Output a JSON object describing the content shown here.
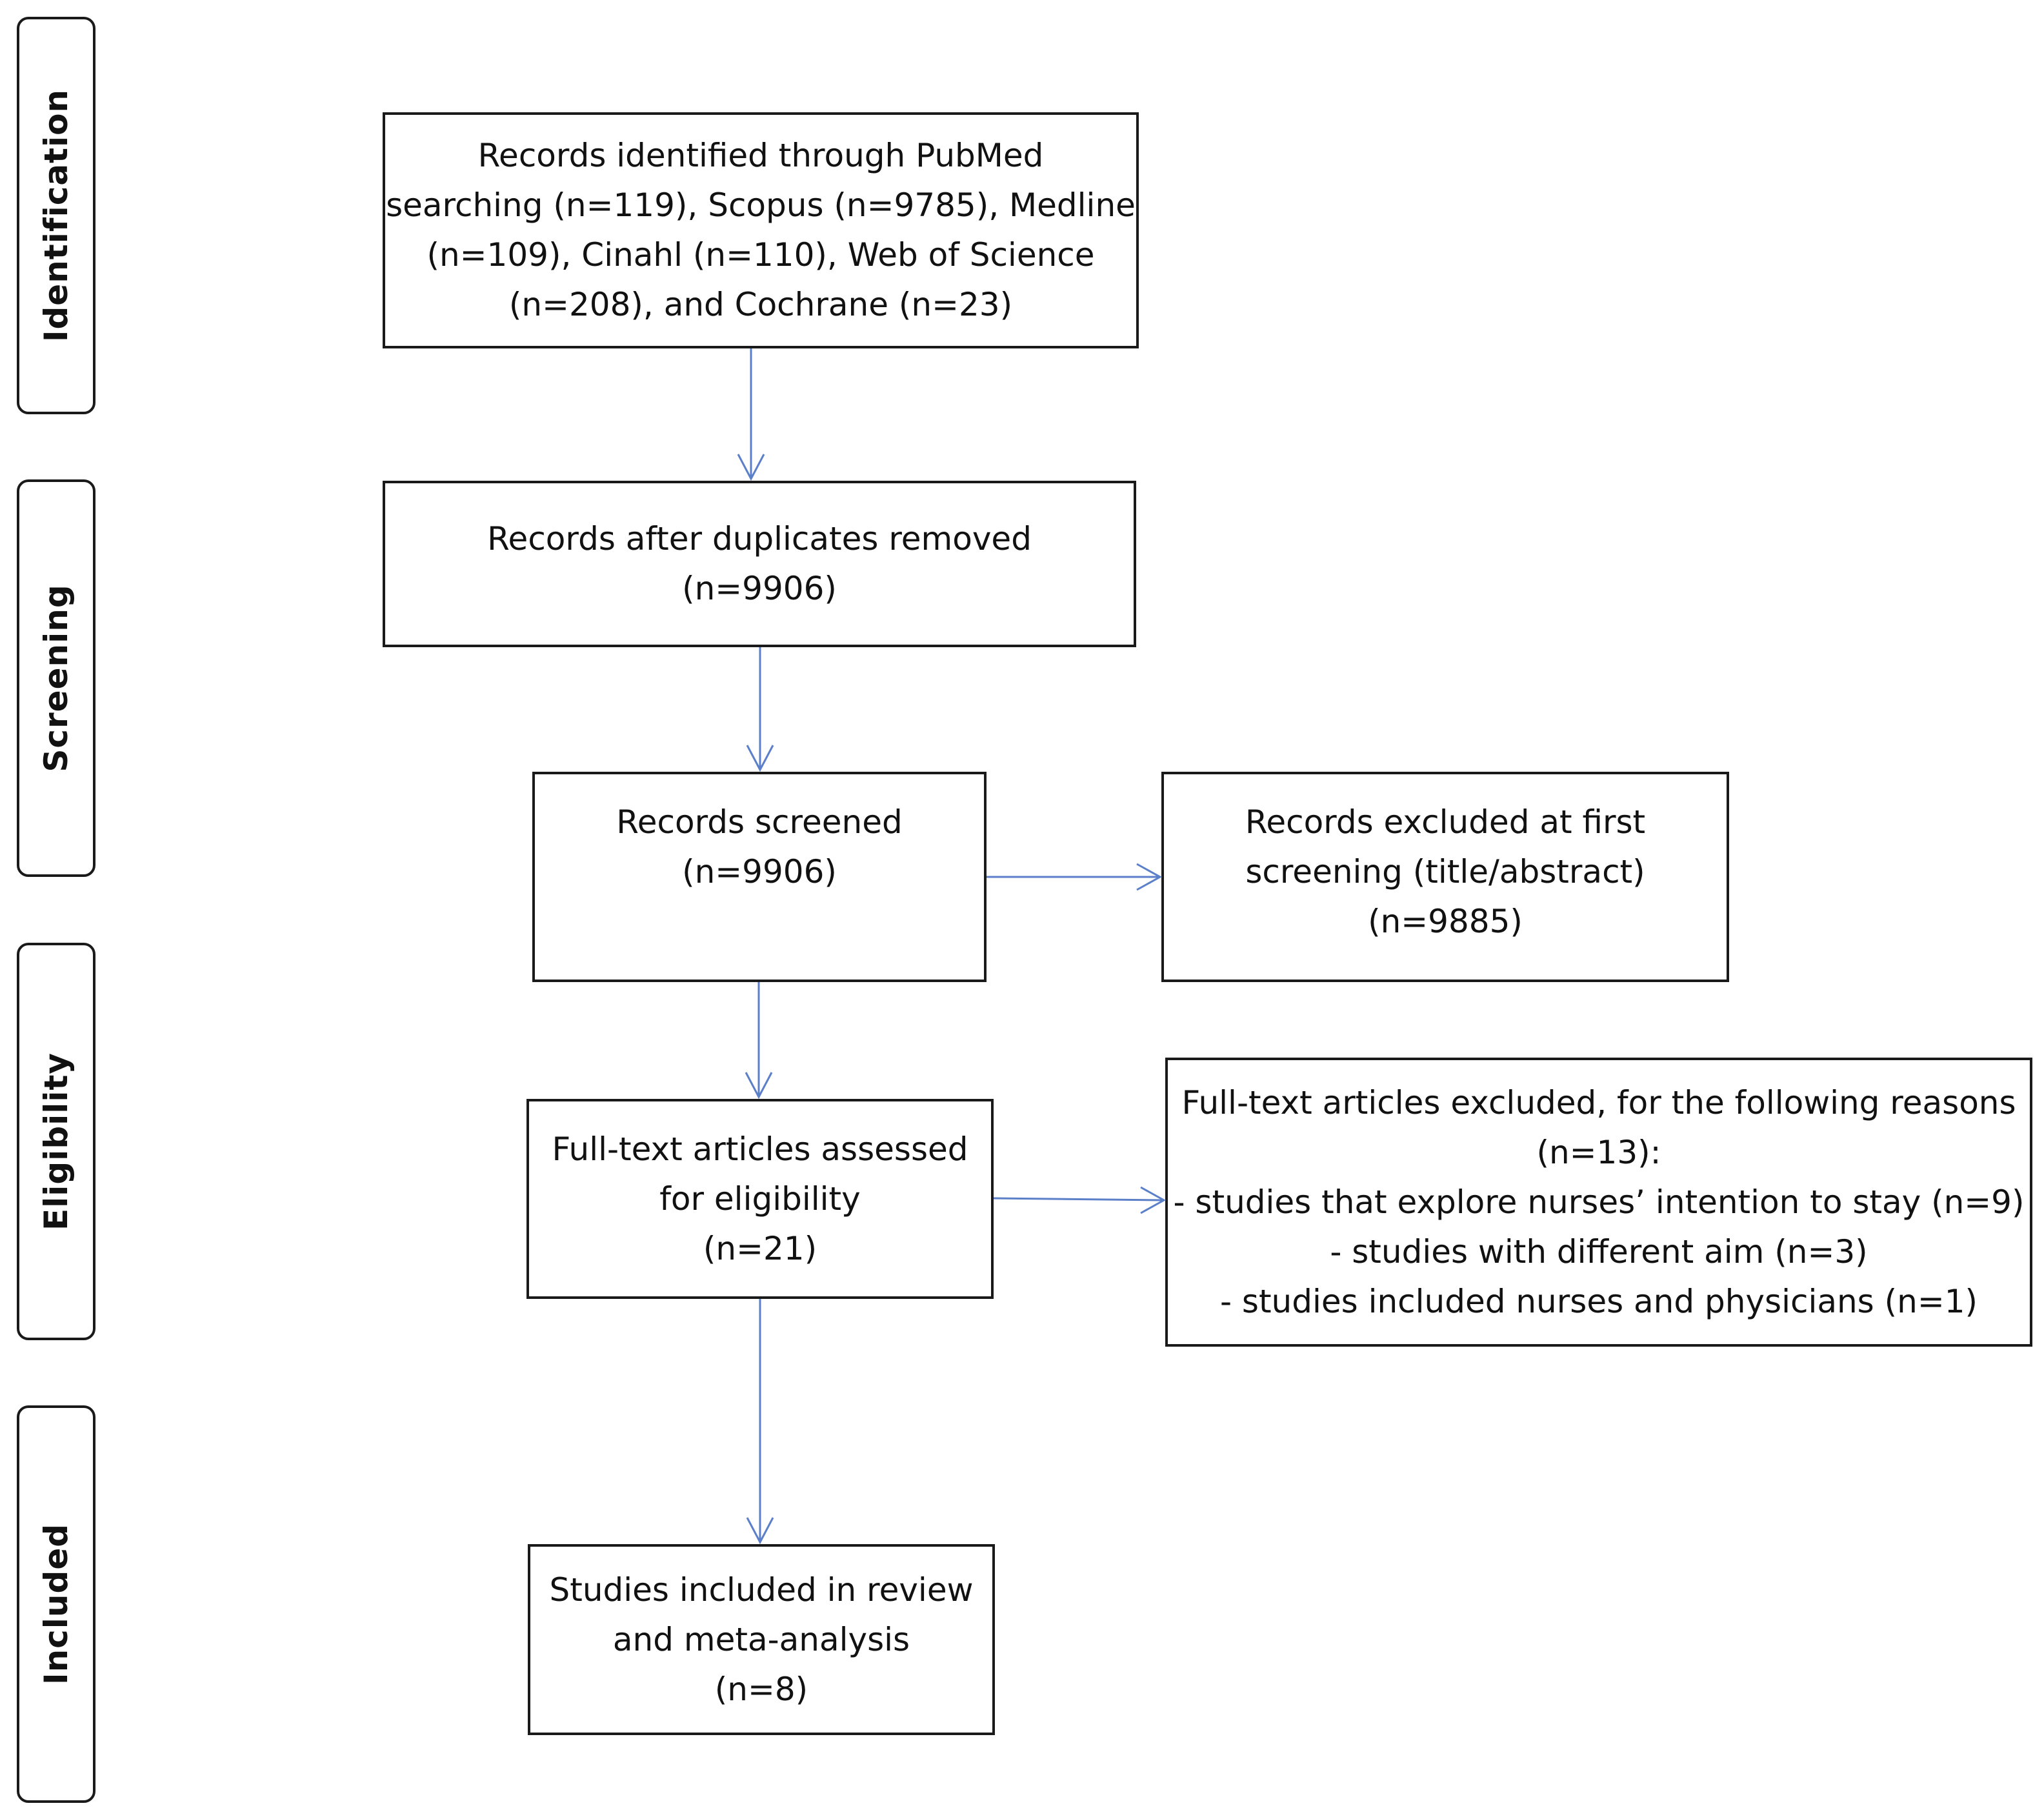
{
  "phases": [
    {
      "label": "Identification"
    },
    {
      "label": "Screening"
    },
    {
      "label": "Eligibility"
    },
    {
      "label": "Included"
    }
  ],
  "boxes": {
    "identified": {
      "lines": [
        "Records identified through PubMed",
        "searching (n=119), Scopus (n=9785), Medline",
        "(n=109), Cinahl (n=110), Web of Science",
        "(n=208), and Cochrane (n=23)"
      ]
    },
    "duplicates_removed": {
      "lines": [
        "Records after duplicates removed",
        "(n=9906)"
      ]
    },
    "screened": {
      "lines": [
        "Records screened",
        "(n=9906)"
      ]
    },
    "excluded_first": {
      "lines": [
        "Records excluded at first",
        "screening (title/abstract)",
        "(n=9885)"
      ]
    },
    "fulltext_assessed": {
      "lines": [
        "Full-text articles assessed",
        "for eligibility",
        "(n=21)"
      ]
    },
    "fulltext_excluded": {
      "lines": [
        "Full-text articles excluded, for the following reasons",
        "(n=13):",
        "- studies that explore nurses’ intention to stay (n=9)",
        "- studies with different aim (n=3)",
        "- studies included nurses and physicians  (n=1)"
      ]
    },
    "included": {
      "lines": [
        "Studies included in review",
        "and meta-analysis",
        "(n=8)"
      ]
    }
  },
  "colors": {
    "arrow": "#5b7fc9",
    "border": "#1a1a1a",
    "text": "#111111"
  }
}
